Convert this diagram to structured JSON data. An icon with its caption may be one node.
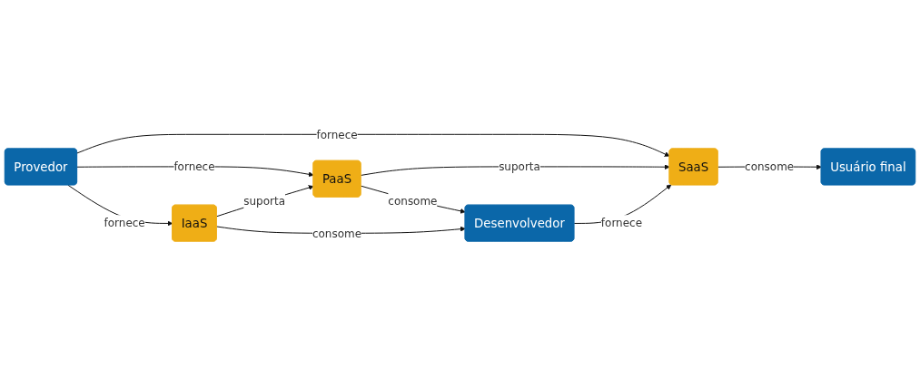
{
  "diagram": {
    "nodes": [
      {
        "text": [
          "Provedor"
        ]
      },
      {
        "text": [
          "SaaS"
        ]
      },
      {
        "text": [
          "PaaS"
        ]
      },
      {
        "text": [
          "IaaS"
        ]
      },
      {
        "text": [
          "Usuário final"
        ]
      },
      {
        "text": [
          "Desenvolvedor"
        ]
      }
    ],
    "edges": [
      {
        "from": 0,
        "to": 1,
        "arrow": "to",
        "label": "fornece"
      },
      {
        "from": 1,
        "to": 4,
        "arrow": "to",
        "label": "consome"
      },
      {
        "from": 5,
        "to": 1,
        "arrow": "to",
        "label": "fornece"
      },
      {
        "from": 2,
        "to": 1,
        "arrow": "to",
        "label": "suporta"
      },
      {
        "from": 0,
        "to": 2,
        "arrow": "to",
        "label": "fornece"
      },
      {
        "from": 2,
        "to": 5,
        "arrow": "to",
        "label": "consome"
      },
      {
        "from": 0,
        "to": 3,
        "arrow": "to",
        "label": "fornece"
      },
      {
        "from": 3,
        "to": 2,
        "arrow": "to",
        "label": "suporta"
      },
      {
        "from": 3,
        "to": 5,
        "arrow": "to",
        "label": "consome"
      }
    ]
  }
}
